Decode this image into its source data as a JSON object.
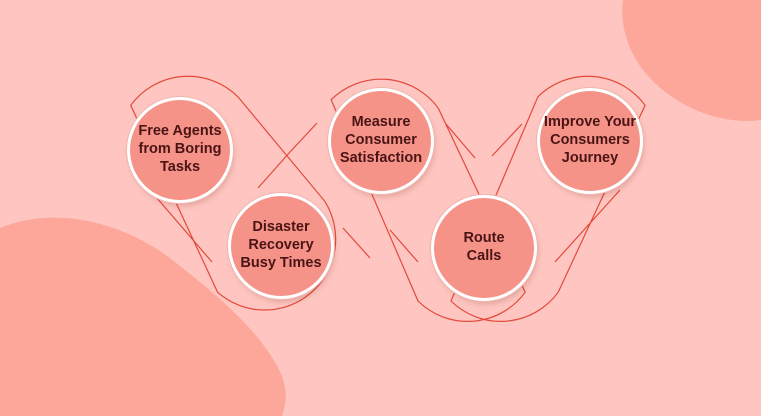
{
  "colors": {
    "background": "#ffc6c1",
    "blob": "#fca79a",
    "line": "#e4483a",
    "circle_fill": "#f59389",
    "text": "#4a1414"
  },
  "nodes": [
    {
      "label": "Free Agents\nfrom Boring\nTasks"
    },
    {
      "label": "Disaster\nRecovery\nBusy Times"
    },
    {
      "label": "Measure\nConsumer\nSatisfaction"
    },
    {
      "label": "Route\nCalls"
    },
    {
      "label": "Improve Your\nConsumers\nJourney"
    }
  ]
}
